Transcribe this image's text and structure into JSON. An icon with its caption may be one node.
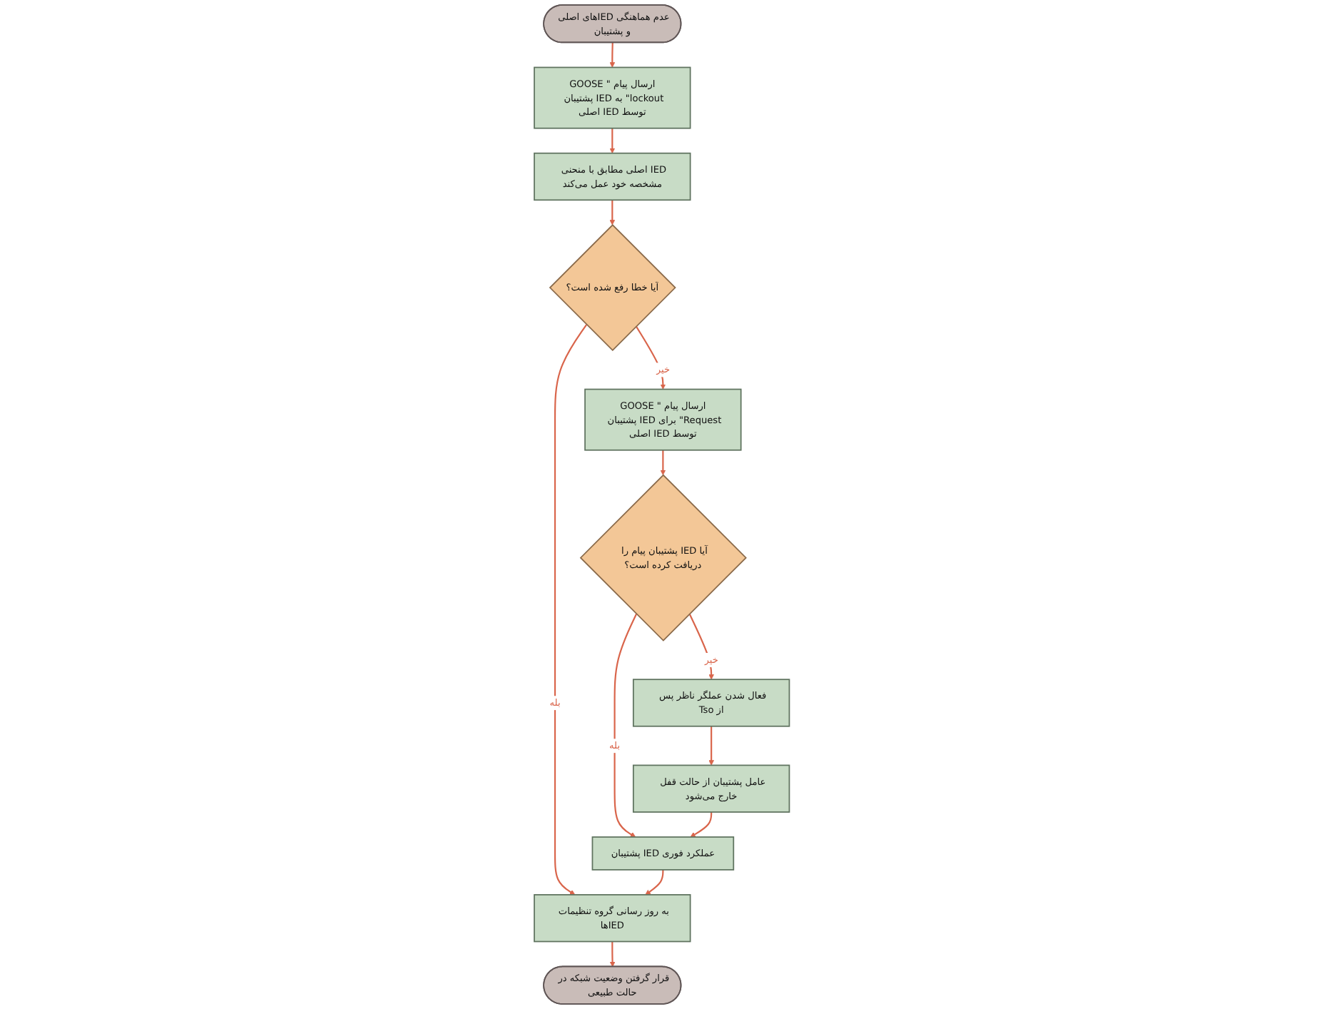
{
  "diagram": {
    "nodes": [
      {
        "text": [
          "عدم هماهنگی IEDهای اصلی و پشتیبان"
        ]
      },
      {
        "text": [
          "ارسال پیام \"GOOSE lockout\" به IED پشتیبان توسط IED اصلی"
        ]
      },
      {
        "text": [
          "IED اصلی مطابق با منحنی مشخصه خود عمل می‌کند"
        ]
      },
      {
        "text": [
          "آیا خطا رفع شده است؟"
        ]
      },
      {
        "text": [
          "ارسال پیام \"GOOSE Request\" برای IED پشتیبان توسط IED اصلی"
        ]
      },
      {
        "text": [
          "آیا IED پشتیبان پیام را دریافت کرده است؟"
        ]
      },
      {
        "text": [
          "فعال شدن عملگر ناظر پس از Tso"
        ]
      },
      {
        "text": [
          "عامل پشتیبان از حالت قفل خارج می‌شود"
        ]
      },
      {
        "text": [
          "عملکرد فوری IED پشتیبان"
        ]
      },
      {
        "text": [
          "به روز رسانی گروه تنظیمات IEDها"
        ]
      },
      {
        "text": [
          "قرار گرفتن وضعیت شبکه در حالت طبیعی"
        ]
      }
    ],
    "edges": [
      {
        "from": 0,
        "to": 1,
        "arrow": "to"
      },
      {
        "from": 1,
        "to": 2,
        "arrow": "to"
      },
      {
        "from": 2,
        "to": 3,
        "arrow": "to"
      },
      {
        "from": 3,
        "to": 4,
        "label": "خیر",
        "arrow": "to"
      },
      {
        "from": 3,
        "to": 9,
        "label": "بله",
        "arrow": "to"
      },
      {
        "from": 4,
        "to": 5,
        "arrow": "to"
      },
      {
        "from": 5,
        "to": 6,
        "label": "خیر",
        "arrow": "to"
      },
      {
        "from": 5,
        "to": 8,
        "label": "بله",
        "arrow": "to"
      },
      {
        "from": 6,
        "to": 7,
        "arrow": "to"
      },
      {
        "from": 7,
        "to": 8,
        "arrow": "to"
      },
      {
        "from": 8,
        "to": 9,
        "arrow": "to"
      },
      {
        "from": 9,
        "to": 10,
        "arrow": "to"
      }
    ]
  }
}
